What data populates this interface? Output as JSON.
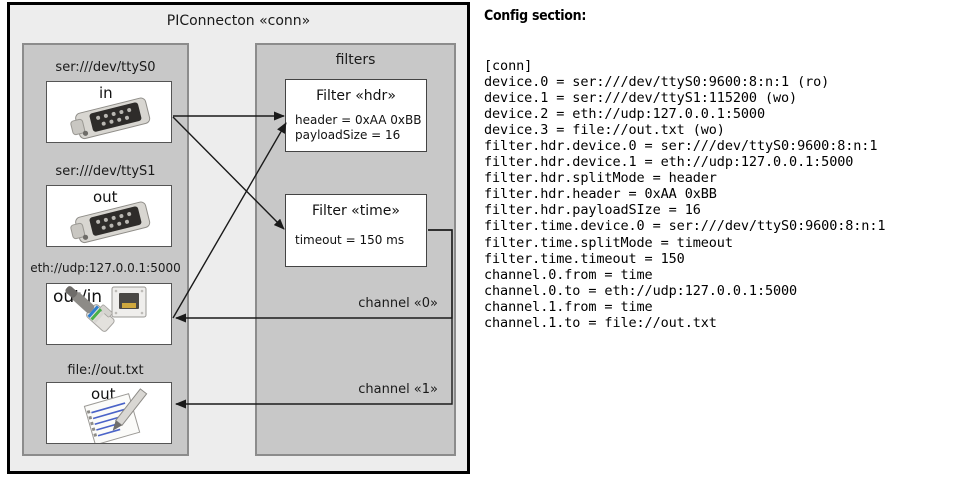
{
  "diagram": {
    "title": "PIConnecton «conn»",
    "devices_group": {
      "title": ""
    },
    "filters_group": {
      "title": "filters"
    },
    "devices": [
      {
        "label": "ser:///dev/ttyS0",
        "caption": "in",
        "icon": "serial-db9-icon"
      },
      {
        "label": "ser:///dev/ttyS1",
        "caption": "out",
        "icon": "serial-db9-icon"
      },
      {
        "label": "eth://udp:127.0.0.1:5000",
        "caption": "out/in",
        "icon": "ethernet-rj45-icon"
      },
      {
        "label": "file://out.txt",
        "caption": "out",
        "icon": "text-document-icon"
      }
    ],
    "filters": [
      {
        "title": "Filter «hdr»",
        "attrs": [
          "header = 0xAA 0xBB",
          "payloadSize = 16"
        ]
      },
      {
        "title": "Filter «time»",
        "attrs": [
          "timeout = 150 ms"
        ]
      }
    ],
    "channels": [
      {
        "label": "channel «0»"
      },
      {
        "label": "channel «1»"
      }
    ]
  },
  "config": {
    "heading": "Config section:",
    "body": "[conn]\ndevice.0 = ser:///dev/ttyS0:9600:8:n:1 (ro)\ndevice.1 = ser:///dev/ttyS1:115200 (wo)\ndevice.2 = eth://udp:127.0.0.1:5000\ndevice.3 = file://out.txt (wo)\nfilter.hdr.device.0 = ser:///dev/ttyS0:9600:8:n:1\nfilter.hdr.device.1 = eth://udp:127.0.0.1:5000\nfilter.hdr.splitMode = header\nfilter.hdr.header = 0xAA 0xBB\nfilter.hdr.payloadSIze = 16\nfilter.time.device.0 = ser:///dev/ttyS0:9600:8:n:1\nfilter.time.splitMode = timeout\nfilter.time.timeout = 150\nchannel.0.from = time\nchannel.0.to = eth://udp:127.0.0.1:5000\nchannel.1.from = time\nchannel.1.to = file://out.txt"
  },
  "colors": {
    "frame": "#000000",
    "canvas": "#ededed",
    "group_fill": "#c8c8c8",
    "group_border": "#8c8c8c",
    "node_fill": "#ffffff",
    "wire": "#1a1a1a"
  }
}
